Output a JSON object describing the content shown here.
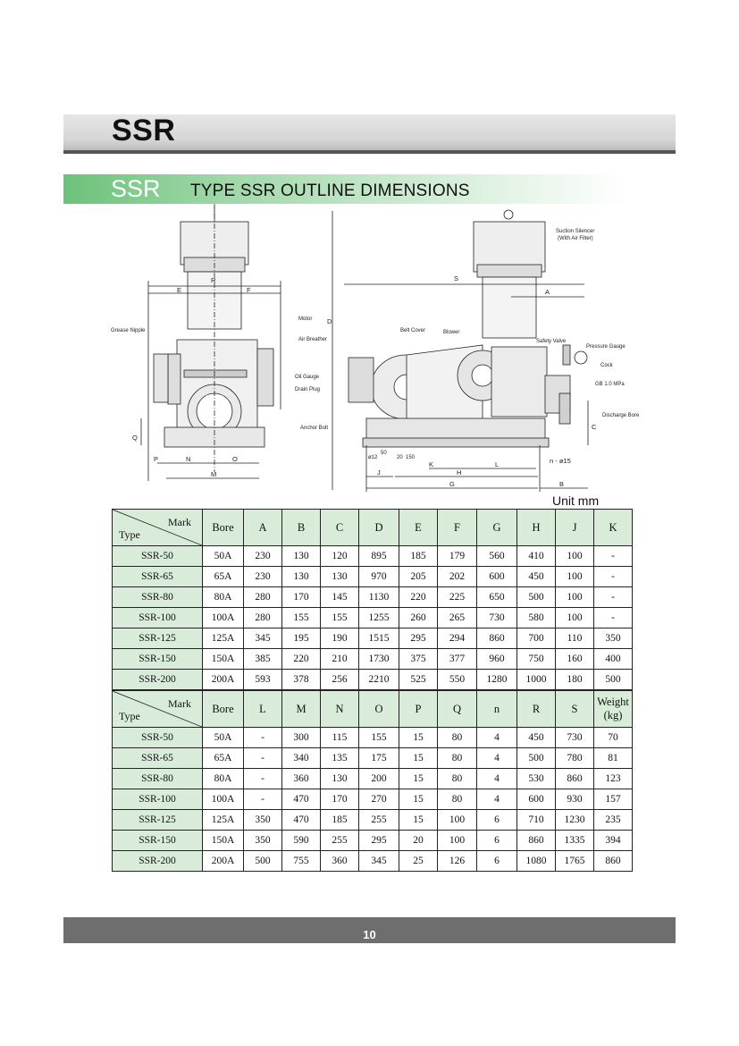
{
  "header": {
    "title": "SSR"
  },
  "section": {
    "code": "SSR",
    "title": "TYPE SSR OUTLINE DIMENSIONS"
  },
  "drawing": {
    "labels": {
      "grease_nipple": "Grease Nipple",
      "motor": "Motor",
      "air_breather": "Air Breather",
      "oil_gauge": "Oil Gauge",
      "drain_plug": "Drain Plug",
      "anchor_bolt": "Anchor Bolt",
      "suction_silencer": "Suction Silencer",
      "with_air_filter": "(With Air Filter)",
      "belt_cover": "Belt Cover",
      "blower": "Blower",
      "safety_valve": "Safety Valve",
      "pressure_gauge": "Pressure Gauge",
      "cock": "Cock",
      "gb_spec": "GB 1.0 MPa",
      "discharge_bore": "Discharge Bore"
    },
    "dims": {
      "R": "R",
      "E": "E",
      "F": "F",
      "Q": "Q",
      "P": "P",
      "N": "N",
      "O": "O",
      "M": "M",
      "D": "D",
      "S": "S",
      "A": "A",
      "C": "C",
      "K": "K",
      "L": "L",
      "J": "J",
      "H": "H",
      "G": "G",
      "B": "B",
      "n_bolt": "n - ø15",
      "d12": "ø12",
      "d50": "50",
      "d20": "20",
      "d150": "150"
    }
  },
  "unit_label": "Unit mm",
  "table1": {
    "mark": "Mark",
    "type": "Type",
    "headers": [
      "Bore",
      "A",
      "B",
      "C",
      "D",
      "E",
      "F",
      "G",
      "H",
      "J",
      "K"
    ],
    "rows": [
      [
        "SSR-50",
        "50A",
        "230",
        "130",
        "120",
        "895",
        "185",
        "179",
        "560",
        "410",
        "100",
        "-"
      ],
      [
        "SSR-65",
        "65A",
        "230",
        "130",
        "130",
        "970",
        "205",
        "202",
        "600",
        "450",
        "100",
        "-"
      ],
      [
        "SSR-80",
        "80A",
        "280",
        "170",
        "145",
        "1130",
        "220",
        "225",
        "650",
        "500",
        "100",
        "-"
      ],
      [
        "SSR-100",
        "100A",
        "280",
        "155",
        "155",
        "1255",
        "260",
        "265",
        "730",
        "580",
        "100",
        "-"
      ],
      [
        "SSR-125",
        "125A",
        "345",
        "195",
        "190",
        "1515",
        "295",
        "294",
        "860",
        "700",
        "110",
        "350"
      ],
      [
        "SSR-150",
        "150A",
        "385",
        "220",
        "210",
        "1730",
        "375",
        "377",
        "960",
        "750",
        "160",
        "400"
      ],
      [
        "SSR-200",
        "200A",
        "593",
        "378",
        "256",
        "2210",
        "525",
        "550",
        "1280",
        "1000",
        "180",
        "500"
      ]
    ]
  },
  "table2": {
    "mark": "Mark",
    "type": "Type",
    "headers": [
      "Bore",
      "L",
      "M",
      "N",
      "O",
      "P",
      "Q",
      "n",
      "R",
      "S",
      "Weight (kg)"
    ],
    "rows": [
      [
        "SSR-50",
        "50A",
        "-",
        "300",
        "115",
        "155",
        "15",
        "80",
        "4",
        "450",
        "730",
        "70"
      ],
      [
        "SSR-65",
        "65A",
        "-",
        "340",
        "135",
        "175",
        "15",
        "80",
        "4",
        "500",
        "780",
        "81"
      ],
      [
        "SSR-80",
        "80A",
        "-",
        "360",
        "130",
        "200",
        "15",
        "80",
        "4",
        "530",
        "860",
        "123"
      ],
      [
        "SSR-100",
        "100A",
        "-",
        "470",
        "170",
        "270",
        "15",
        "80",
        "4",
        "600",
        "930",
        "157"
      ],
      [
        "SSR-125",
        "125A",
        "350",
        "470",
        "185",
        "255",
        "15",
        "100",
        "6",
        "710",
        "1230",
        "235"
      ],
      [
        "SSR-150",
        "150A",
        "350",
        "590",
        "255",
        "295",
        "20",
        "100",
        "6",
        "860",
        "1335",
        "394"
      ],
      [
        "SSR-200",
        "200A",
        "500",
        "755",
        "360",
        "345",
        "25",
        "126",
        "6",
        "1080",
        "1765",
        "860"
      ]
    ]
  },
  "footer": {
    "page": "10"
  }
}
